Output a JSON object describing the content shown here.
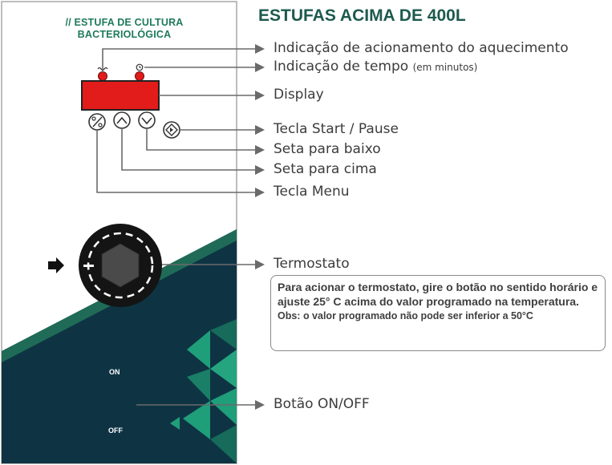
{
  "title": "ESTUFAS ACIMA DE 400L",
  "panel": {
    "heading_line1": "// ESTUFA DE CULTURA",
    "heading_line2": "BACTERIOLÓGICA",
    "switch_on": "ON",
    "switch_off": "OFF"
  },
  "callouts": {
    "heating": "Indicação de acionamento do aquecimento",
    "time": "Indicação de tempo",
    "time_unit": "(em minutos)",
    "display": "Display",
    "start_pause": "Tecla Start / Pause",
    "arrow_down": "Seta para baixo",
    "arrow_up": "Seta para cima",
    "menu": "Tecla Menu",
    "thermostat": "Termostato",
    "on_off": "Botão ON/OFF"
  },
  "note": {
    "text": "Para acionar o termostato, gire o botão no sentido horário e ajuste 25° C acima do valor programado na temperatura.",
    "obs": "Obs: o valor programado não pode ser inferior a 50°C"
  },
  "colors": {
    "panel_dark": "#0e3444",
    "panel_green": "#1f6b57",
    "accent_green": "#1f9e7a",
    "display_red": "#e21b1b",
    "title_green": "#1d5a4d"
  },
  "icons": [
    "heat-indicator-icon",
    "clock-icon",
    "menu-key-icon",
    "arrow-up-icon",
    "arrow-down-icon",
    "start-pause-icon",
    "pointer-arrow-icon"
  ]
}
